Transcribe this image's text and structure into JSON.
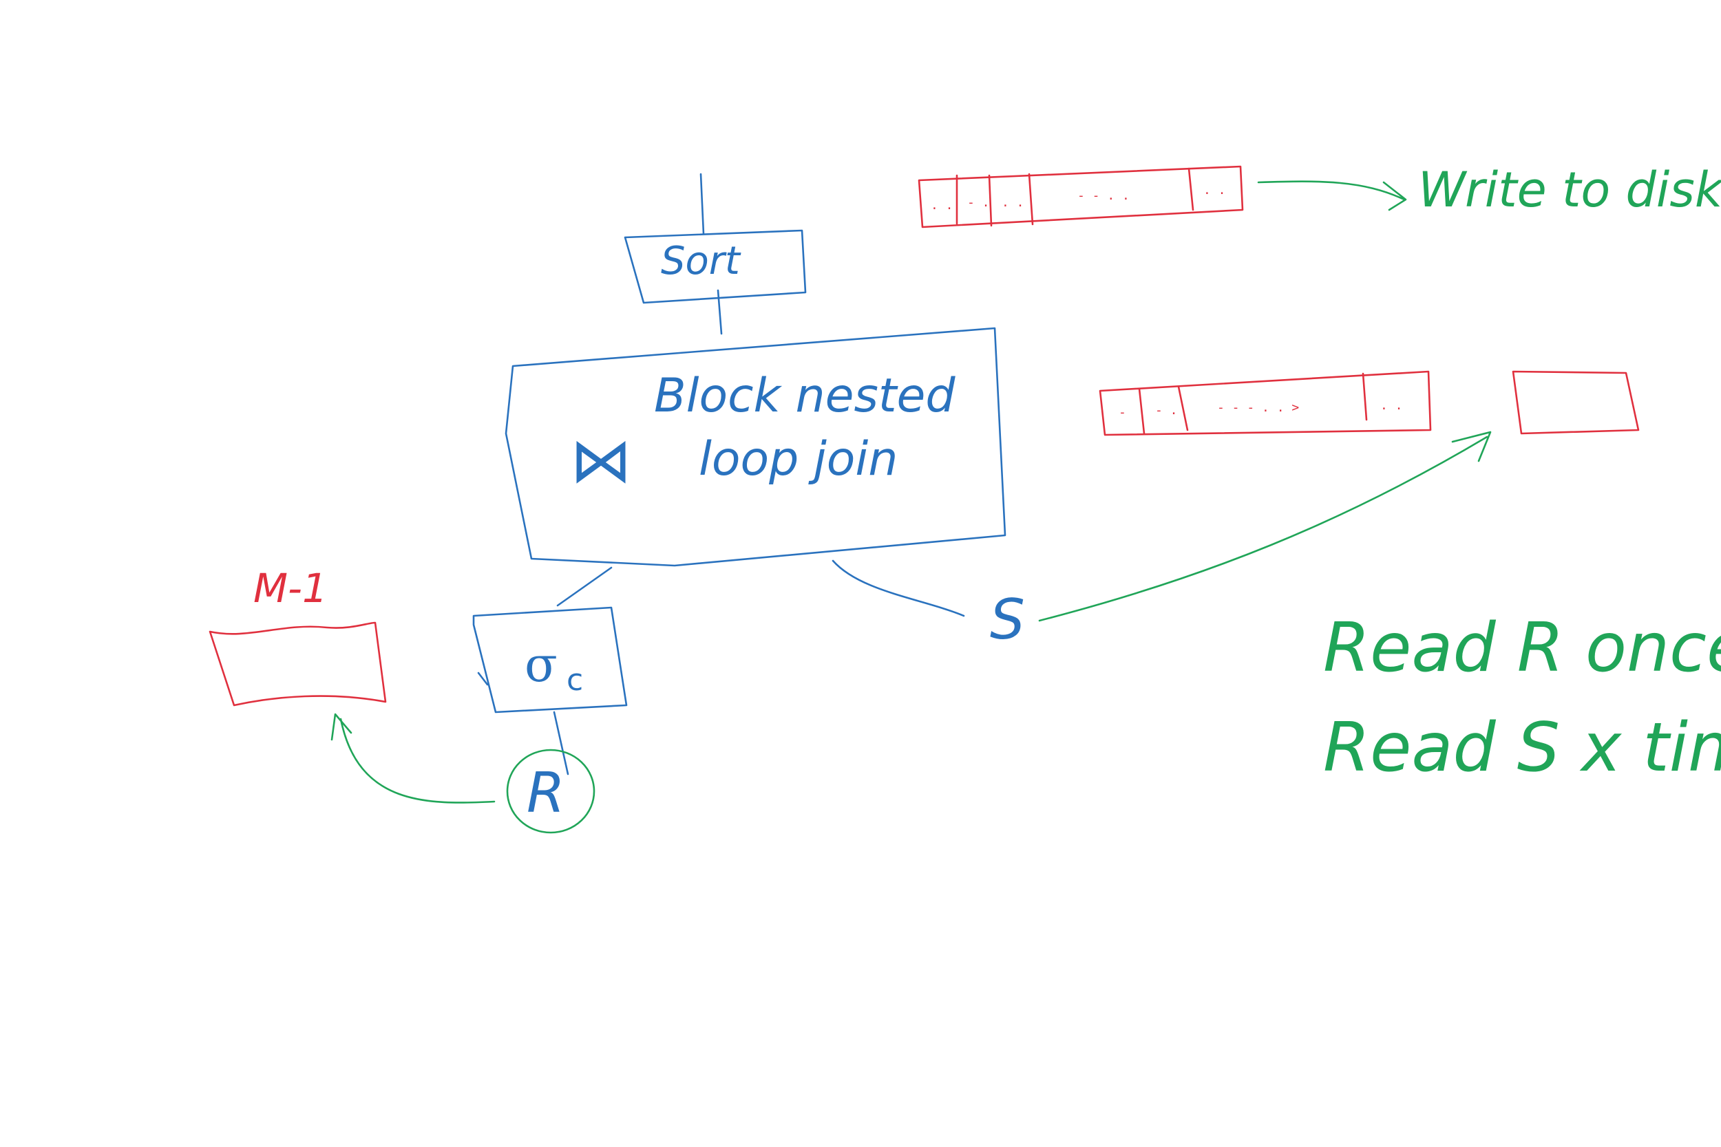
{
  "colors": {
    "operator": "#2a72be",
    "memory": "#e0303e",
    "flow": "#20a558"
  },
  "operators": {
    "sort": "Sort",
    "join_line1": "Block nested",
    "join_line2": "loop join",
    "join_symbol": "⋈",
    "select_symbol": "σ",
    "select_subscript": "c"
  },
  "relations": {
    "r": "R",
    "s": "S"
  },
  "memory": {
    "label": "M-1"
  },
  "notes": {
    "write_to_disk": "Write to disk",
    "read_r": "Read R once",
    "read_s": "Read S x times"
  }
}
